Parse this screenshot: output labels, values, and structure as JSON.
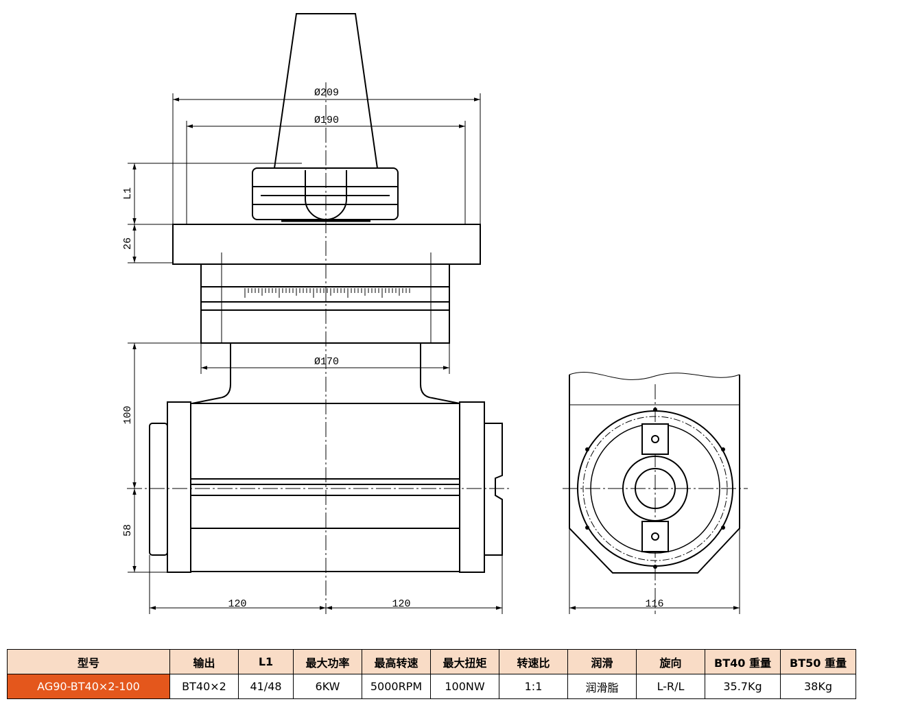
{
  "drawing": {
    "dims": {
      "d209": "Ø209",
      "d190": "Ø190",
      "d170": "Ø170",
      "l1": "L1",
      "h26": "26",
      "h100": "100",
      "h58": "58",
      "w120_left": "120",
      "w120_right": "120",
      "w116": "116"
    }
  },
  "table": {
    "headers": [
      "型号",
      "输出",
      "L1",
      "最大功率",
      "最高转速",
      "最大扭矩",
      "转速比",
      "润滑",
      "旋向",
      "BT40 重量",
      "BT50 重量"
    ],
    "row": [
      "AG90-BT40×2-100",
      "BT40×2",
      "41/48",
      "6KW",
      "5000RPM",
      "100NW",
      "1:1",
      "润滑脂",
      "L-R/L",
      "35.7Kg",
      "38Kg"
    ],
    "accent_color": "#e4571c",
    "header_color": "#f9dcc6"
  }
}
